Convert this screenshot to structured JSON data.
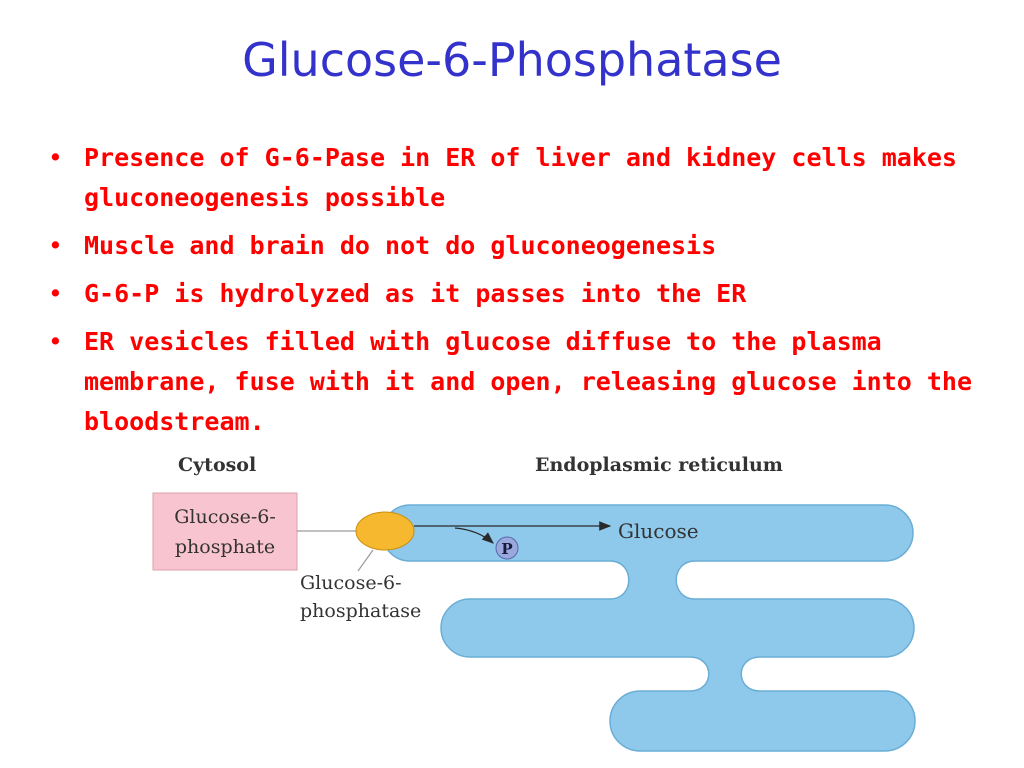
{
  "title": "Glucose-6-Phosphatase",
  "bullets": [
    "Presence of G-6-Pase in ER of liver and kidney cells makes gluconeogenesis possible",
    "Muscle and brain do not do gluconeogenesis",
    "G-6-P is hydrolyzed as it passes into the ER",
    "ER vesicles filled with glucose diffuse to the plasma membrane, fuse with it and open, releasing glucose into the bloodstream."
  ],
  "bullet_symbol": "•",
  "diagram": {
    "cytosol_label": "Cytosol",
    "er_label": "Endoplasmic reticulum",
    "substrate_line1": "Glucose-6-",
    "substrate_line2": "phosphate",
    "enzyme_line1": "Glucose-6-",
    "enzyme_line2": "phosphatase",
    "product_label": "Glucose",
    "phosphate_label": "P"
  },
  "colors": {
    "title": "#3333cc",
    "bullet_text": "#ff0000",
    "er_fill": "#8ec8ea",
    "substrate_box_fill": "#f8c4cf",
    "enzyme_fill": "#f5b82e",
    "phosphate_fill": "#9aa8e0"
  }
}
